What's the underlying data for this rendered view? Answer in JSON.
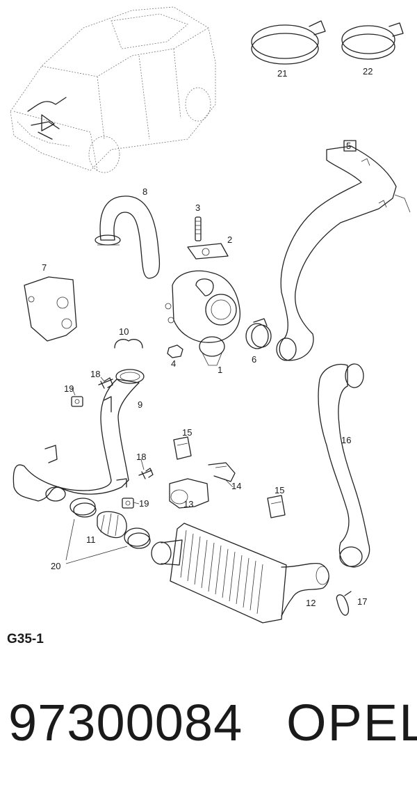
{
  "diagram": {
    "figure_code": "G35-1",
    "callouts": [
      "1",
      "2",
      "3",
      "4",
      "5",
      "6",
      "7",
      "8",
      "9",
      "10",
      "11",
      "12",
      "13",
      "14",
      "15",
      "15",
      "16",
      "17",
      "18",
      "18",
      "19",
      "19",
      "20",
      "21",
      "22"
    ],
    "highlight_color": "#e05a5a"
  },
  "footer": {
    "part_number": "97300084",
    "brand": "OPEL"
  }
}
